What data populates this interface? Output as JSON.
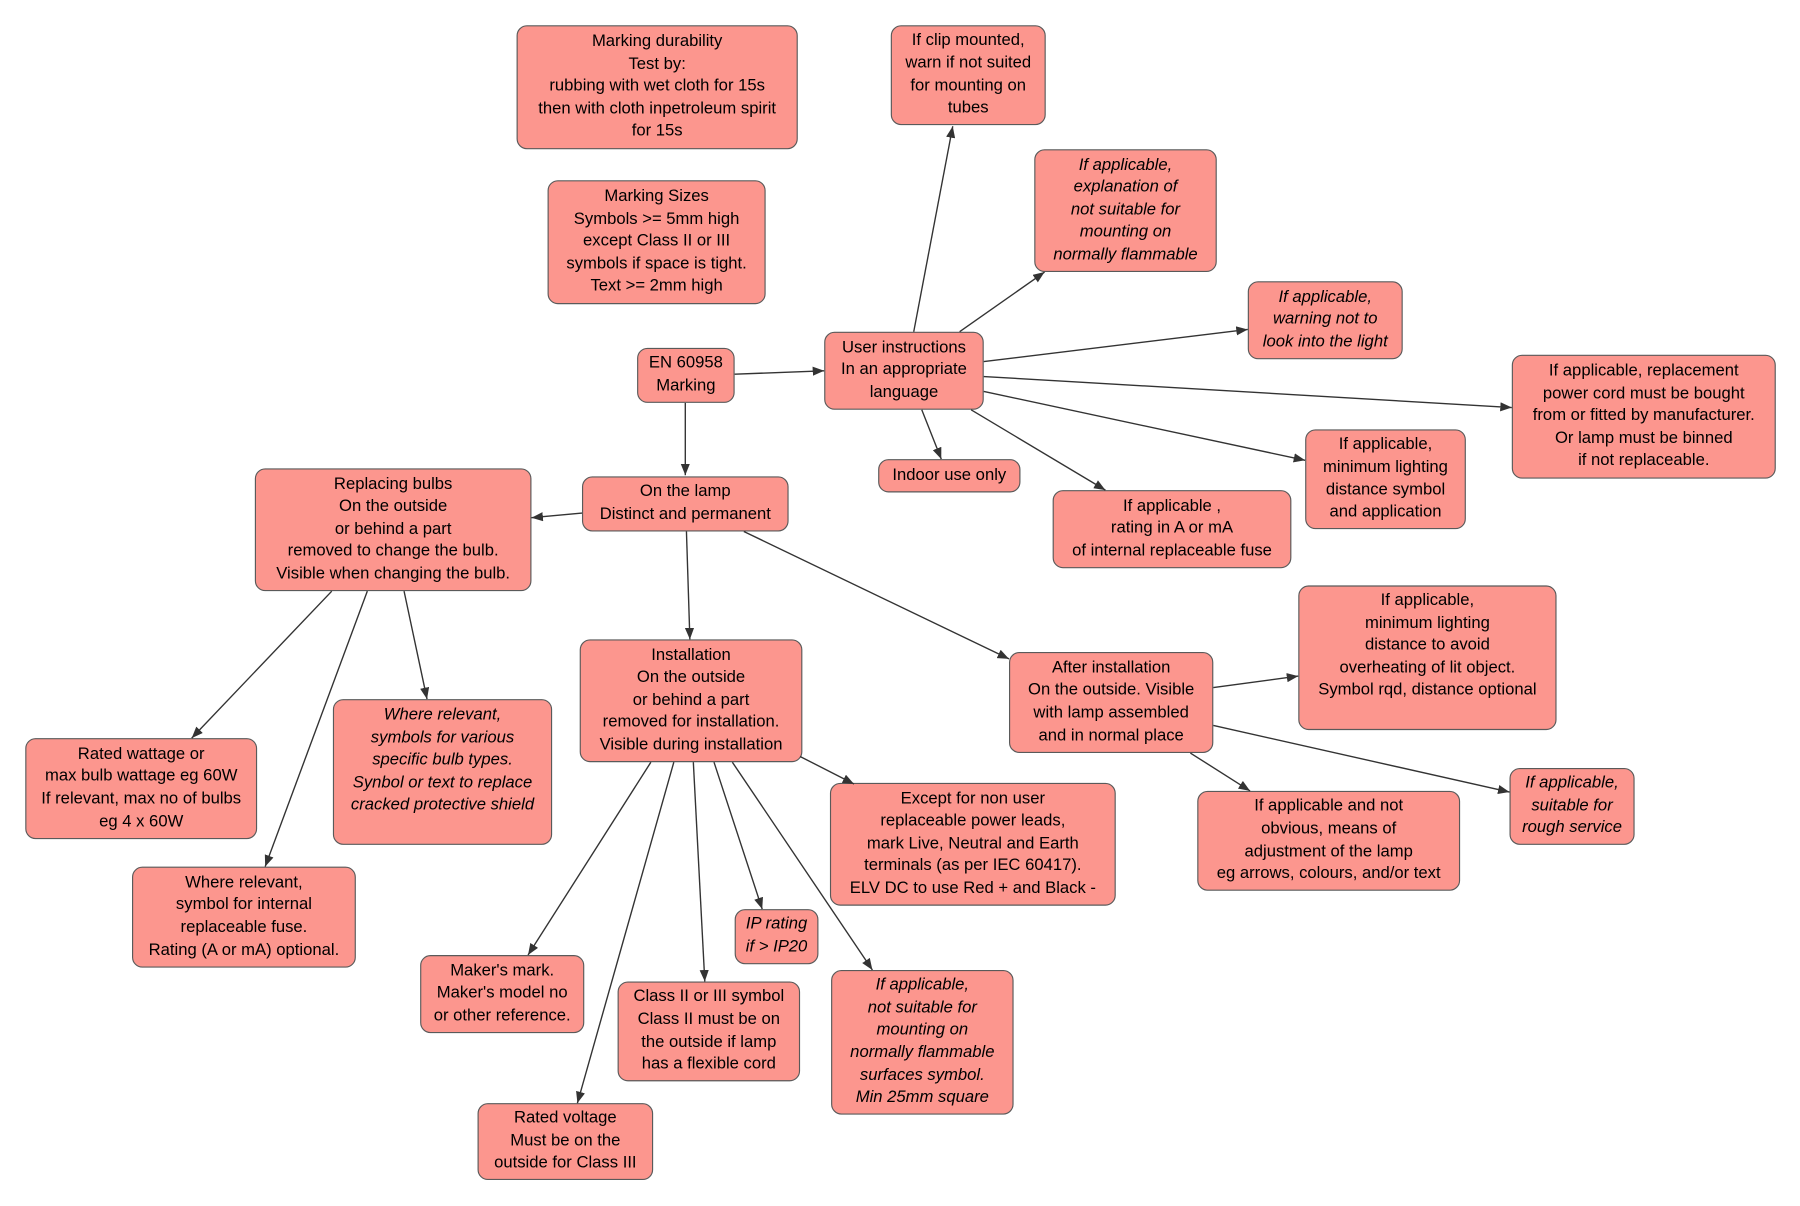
{
  "colors": {
    "node_fill": "#fc968e",
    "node_border": "#5a5a5a",
    "edge": "#333333"
  },
  "nodes": {
    "marking_durability": "Marking durability\nTest by:\nrubbing with wet cloth for 15s\nthen with cloth inpetroleum spirit\nfor 15s",
    "marking_sizes": "Marking Sizes\nSymbols >= 5mm high\nexcept Class II or III\nsymbols if space is tight.\nText >= 2mm high",
    "clip_mounted": "If clip mounted,\nwarn if not suited\nfor mounting on\ntubes",
    "explanation_flammable": "If applicable,\nexplanation of\nnot suitable for\nmounting on\nnormally flammable",
    "look_into_light": "If applicable,\nwarning not to\nlook into the light",
    "replacement_power_cord": "If applicable, replacement\npower cord must be bought\nfrom or fitted by manufacturer.\nOr lamp must be binned\nif not replaceable.",
    "en_marking": "EN 60958\nMarking",
    "user_instructions": "User instructions\nIn an appropriate\nlanguage",
    "indoor_use": "Indoor use only",
    "min_lighting_symbol": "If applicable,\nminimum lighting\ndistance symbol\nand application",
    "fuse_rating": "If applicable ,\nrating in A or mA\nof internal replaceable fuse",
    "replacing_bulbs": "Replacing bulbs\nOn the outside\nor behind a part\nremoved to change the bulb.\nVisible when changing the bulb.",
    "on_the_lamp": "On the lamp\nDistinct and permanent",
    "min_lighting_overheating": "If applicable,\nminimum lighting\ndistance to avoid\noverheating of lit object.\nSymbol rqd, distance optional",
    "installation": "Installation\nOn the outside\nor behind a part\nremoved for installation.\nVisible during installation",
    "after_installation": "After installation\nOn the outside. Visible\nwith lamp assembled\nand in normal place",
    "rated_wattage": "Rated wattage or\nmax bulb wattage eg 60W\nIf relevant, max no of bulbs\neg 4 x 60W",
    "bulb_type_symbols": "Where relevant,\nsymbols for various\nspecific bulb types.\nSynbol or text to replace\ncracked protective shield",
    "terminal_marking": "Except for non user\nreplaceable power leads,\nmark Live, Neutral and Earth\nterminals (as per IEC 60417).\nELV DC to use Red + and Black -",
    "adjustment_means": "If applicable and not\nobvious, means of\nadjustment of the lamp\neg arrows, colours, and/or text",
    "rough_service": "If applicable,\nsuitable for\nrough service",
    "internal_fuse_symbol": "Where relevant,\nsymbol for internal\nreplaceable fuse.\nRating (A or mA) optional.",
    "ip_rating": "IP rating\nif > IP20",
    "makers_mark": "Maker's mark.\nMaker's model no\nor other reference.",
    "class_symbol": "Class II or III symbol\nClass II must be on\nthe outside if lamp\nhas a flexible cord",
    "flammable_surfaces_symbol": "If applicable,\nnot suitable for\nmounting on\nnormally flammable\nsurfaces symbol.\nMin 25mm square",
    "rated_voltage": "Rated voltage\nMust be on the\noutside for Class III"
  }
}
